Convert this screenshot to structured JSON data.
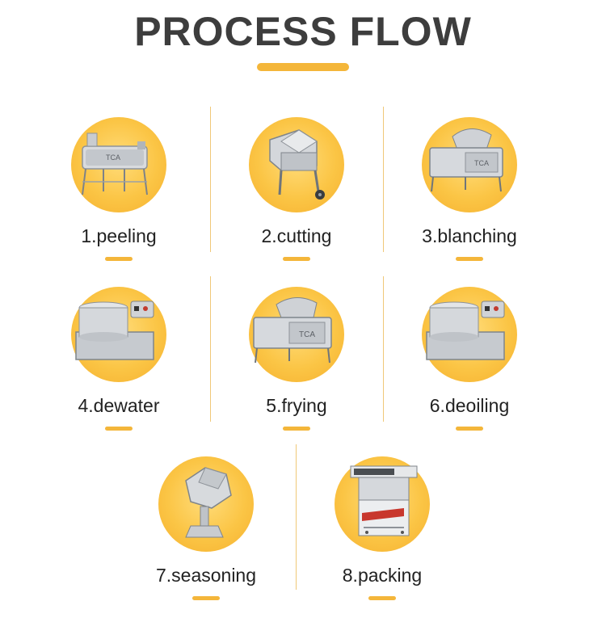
{
  "title": "PROCESS FLOW",
  "accent_color": "#f4b63a",
  "steps": [
    {
      "label": "1.peeling",
      "icon": "peeling-machine-icon"
    },
    {
      "label": "2.cutting",
      "icon": "cutting-machine-icon"
    },
    {
      "label": "3.blanching",
      "icon": "blanching-machine-icon"
    },
    {
      "label": "4.dewater",
      "icon": "dewatering-machine-icon"
    },
    {
      "label": "5.frying",
      "icon": "frying-machine-icon"
    },
    {
      "label": "6.deoiling",
      "icon": "deoiling-machine-icon"
    },
    {
      "label": "7.seasoning",
      "icon": "seasoning-machine-icon"
    },
    {
      "label": "8.packing",
      "icon": "packing-machine-icon"
    }
  ],
  "machine_brand": "TCA"
}
